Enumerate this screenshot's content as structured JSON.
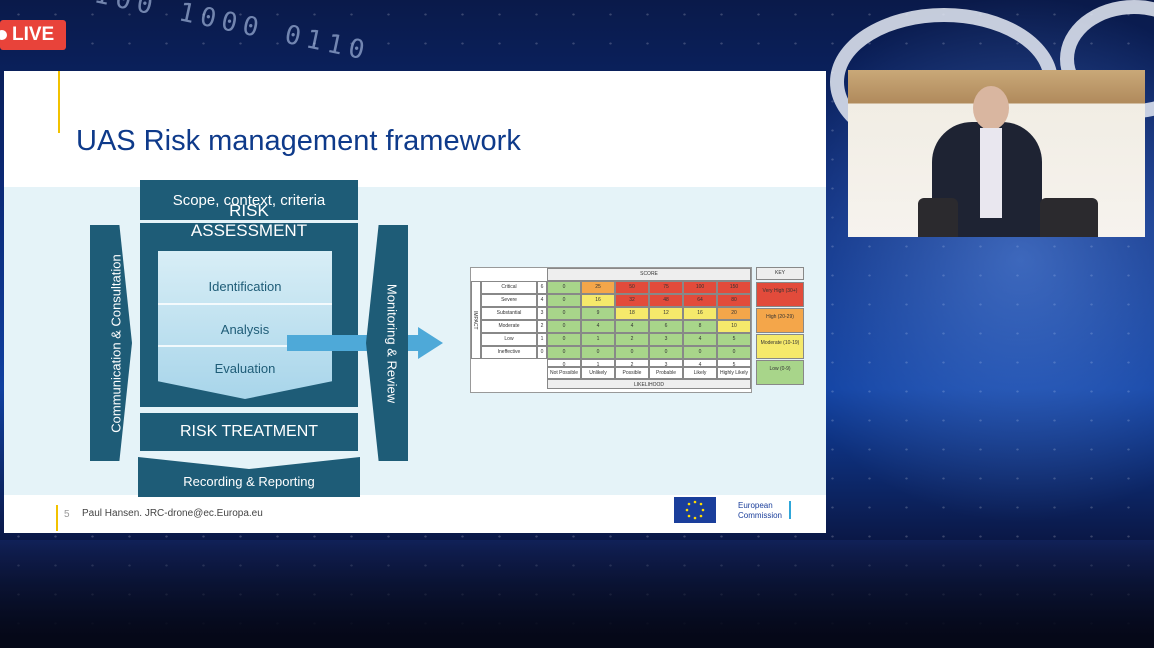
{
  "live_badge": {
    "label": "LIVE",
    "color": "#e8433a"
  },
  "slide": {
    "title": "UAS Risk management framework",
    "diagram": {
      "scope": "Scope, context, criteria",
      "assessment": "RISK\nASSESSMENT",
      "steps": [
        "Identification",
        "Analysis",
        "Evaluation"
      ],
      "treatment": "RISK TREATMENT",
      "recording": "Recording & Reporting",
      "left_bar": "Communication & Consultation",
      "right_bar": "Monitoring & Review"
    },
    "matrix": {
      "score_header": "SCORE",
      "likelihood_header": "LIKELIHOOD",
      "impact_label": "IMPACT",
      "impact_rows": [
        {
          "label": "Critical",
          "weight": "6",
          "values": [
            "0",
            "25",
            "50",
            "75",
            "100",
            "150"
          ]
        },
        {
          "label": "Severe",
          "weight": "4",
          "values": [
            "0",
            "16",
            "32",
            "48",
            "64",
            "80"
          ]
        },
        {
          "label": "Substantial",
          "weight": "3",
          "values": [
            "0",
            "9",
            "18",
            "12",
            "16",
            "20"
          ]
        },
        {
          "label": "Moderate",
          "weight": "2",
          "values": [
            "0",
            "4",
            "4",
            "6",
            "8",
            "10"
          ]
        },
        {
          "label": "Low",
          "weight": "1",
          "values": [
            "0",
            "1",
            "2",
            "3",
            "4",
            "5"
          ]
        },
        {
          "label": "Ineffective",
          "weight": "0",
          "values": [
            "0",
            "0",
            "0",
            "0",
            "0",
            "0"
          ]
        }
      ],
      "likelihood_weights": [
        "0",
        "1",
        "2",
        "3",
        "4",
        "5"
      ],
      "likelihood_labels": [
        "Not Possible",
        "Unlikely",
        "Possible",
        "Probable",
        "Likely",
        "Highly Likely"
      ],
      "key": {
        "header": "KEY",
        "items": [
          {
            "label": "Very High (30+)",
            "color": "#e24b3b"
          },
          {
            "label": "High (20-29)",
            "color": "#f4a64a"
          },
          {
            "label": "Moderate (10-19)",
            "color": "#f5e96b"
          },
          {
            "label": "Low (0-9)",
            "color": "#a8d58a"
          }
        ]
      }
    },
    "footer": {
      "page_number": "5",
      "author": "Paul Hansen. JRC-drone@ec.Europa.eu",
      "org": "European\nCommission"
    }
  }
}
